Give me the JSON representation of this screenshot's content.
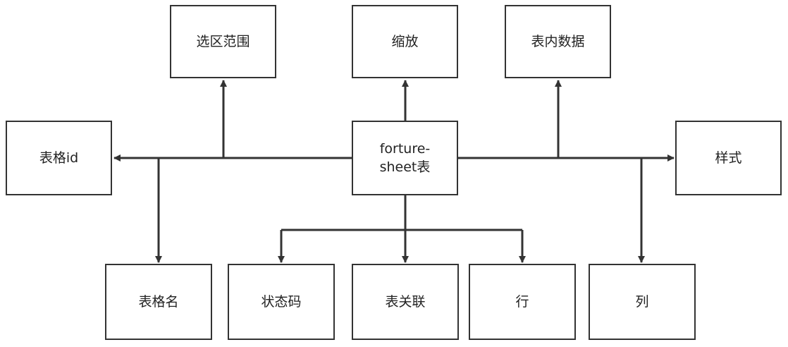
{
  "diagram": {
    "center": "forture-\nsheet表",
    "nodes": {
      "selection_range": "选区范围",
      "zoom": "缩放",
      "table_data": "表内数据",
      "sheet_id": "表格id",
      "style": "样式",
      "sheet_name": "表格名",
      "status_code": "状态码",
      "sheet_relation": "表关联",
      "row": "行",
      "column": "列"
    },
    "edges": [
      {
        "from": "center",
        "to": "selection_range"
      },
      {
        "from": "center",
        "to": "zoom"
      },
      {
        "from": "center",
        "to": "table_data"
      },
      {
        "from": "center",
        "to": "sheet_id"
      },
      {
        "from": "center",
        "to": "style"
      },
      {
        "from": "center",
        "to": "sheet_name"
      },
      {
        "from": "center",
        "to": "status_code"
      },
      {
        "from": "center",
        "to": "sheet_relation"
      },
      {
        "from": "center",
        "to": "row"
      },
      {
        "from": "center",
        "to": "column"
      }
    ],
    "colors": {
      "stroke": "#333333",
      "text": "#222222",
      "background": "#ffffff"
    }
  }
}
